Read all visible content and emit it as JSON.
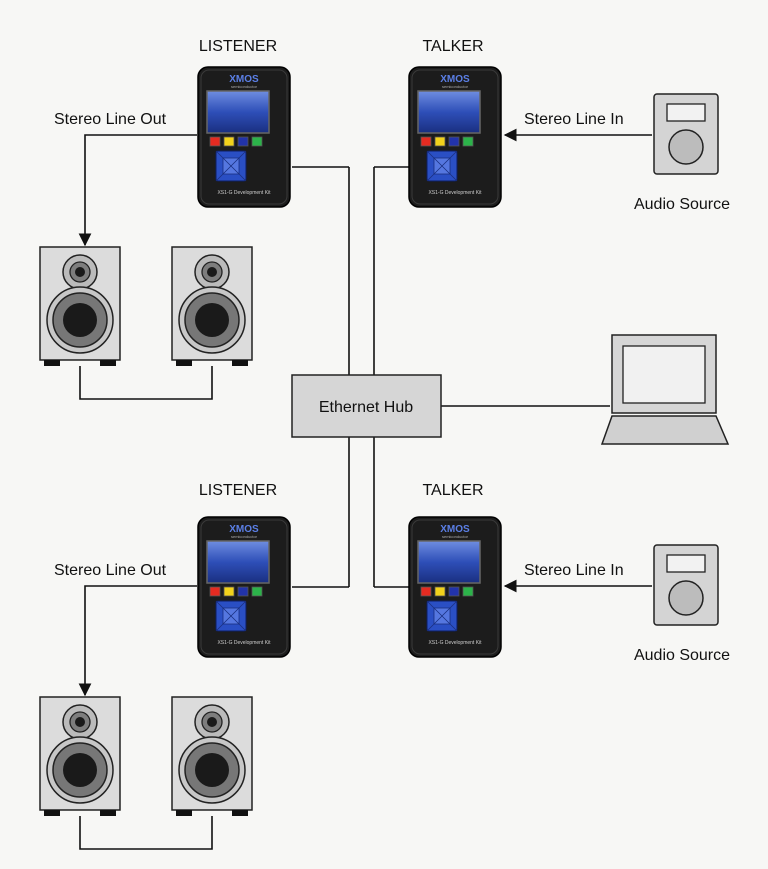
{
  "labels": {
    "listener": "LISTENER",
    "talker": "TALKER",
    "stereo_line_out": "Stereo Line Out",
    "stereo_line_in": "Stereo Line In",
    "audio_source": "Audio Source",
    "ethernet_hub": "Ethernet Hub"
  },
  "board": {
    "brand": "XMOS",
    "brand_sub": "semiconductor",
    "model": "XS1-G Development Kit"
  },
  "colors": {
    "background": "#f7f7f5",
    "line": "#111111",
    "box_fill": "#d6d6d6",
    "board_body": "#1c1c1c",
    "screen": "#2e4fb8",
    "chip": "#2a4fc4",
    "led_red": "#e52b21",
    "led_yellow": "#f2d21b",
    "led_blue": "#2233aa",
    "led_green": "#2cb34a"
  }
}
